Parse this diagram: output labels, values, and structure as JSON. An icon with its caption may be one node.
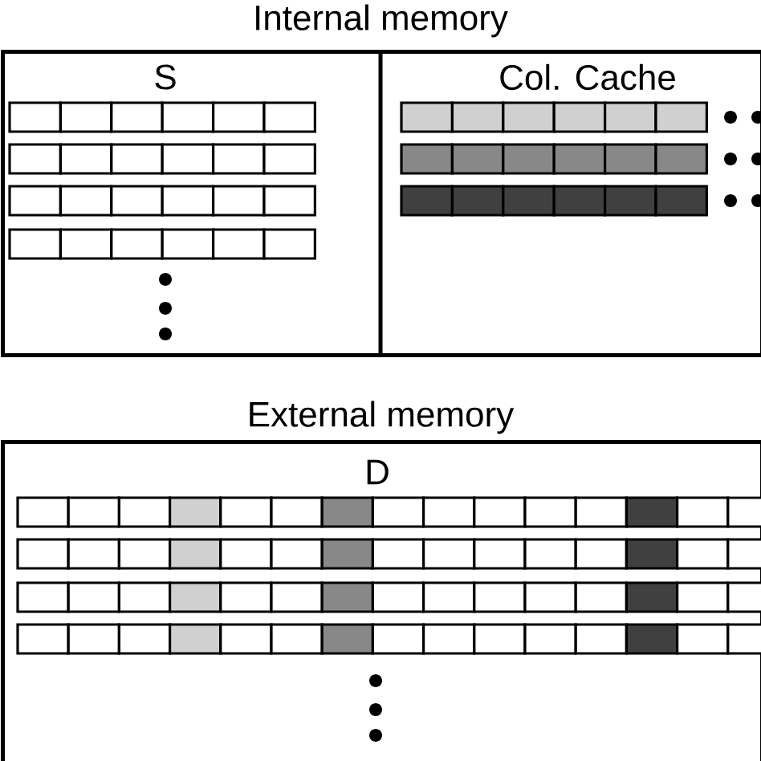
{
  "diagram": {
    "nodes": [
      {
        "text": [
          "Internal memory"
        ]
      },
      {
        "text": [
          "S"
        ],
        "in": 0
      },
      {
        "text": [
          "Col. Cache"
        ],
        "in": 0
      },
      {
        "text": [
          "External memory",
          "D"
        ]
      }
    ]
  }
}
